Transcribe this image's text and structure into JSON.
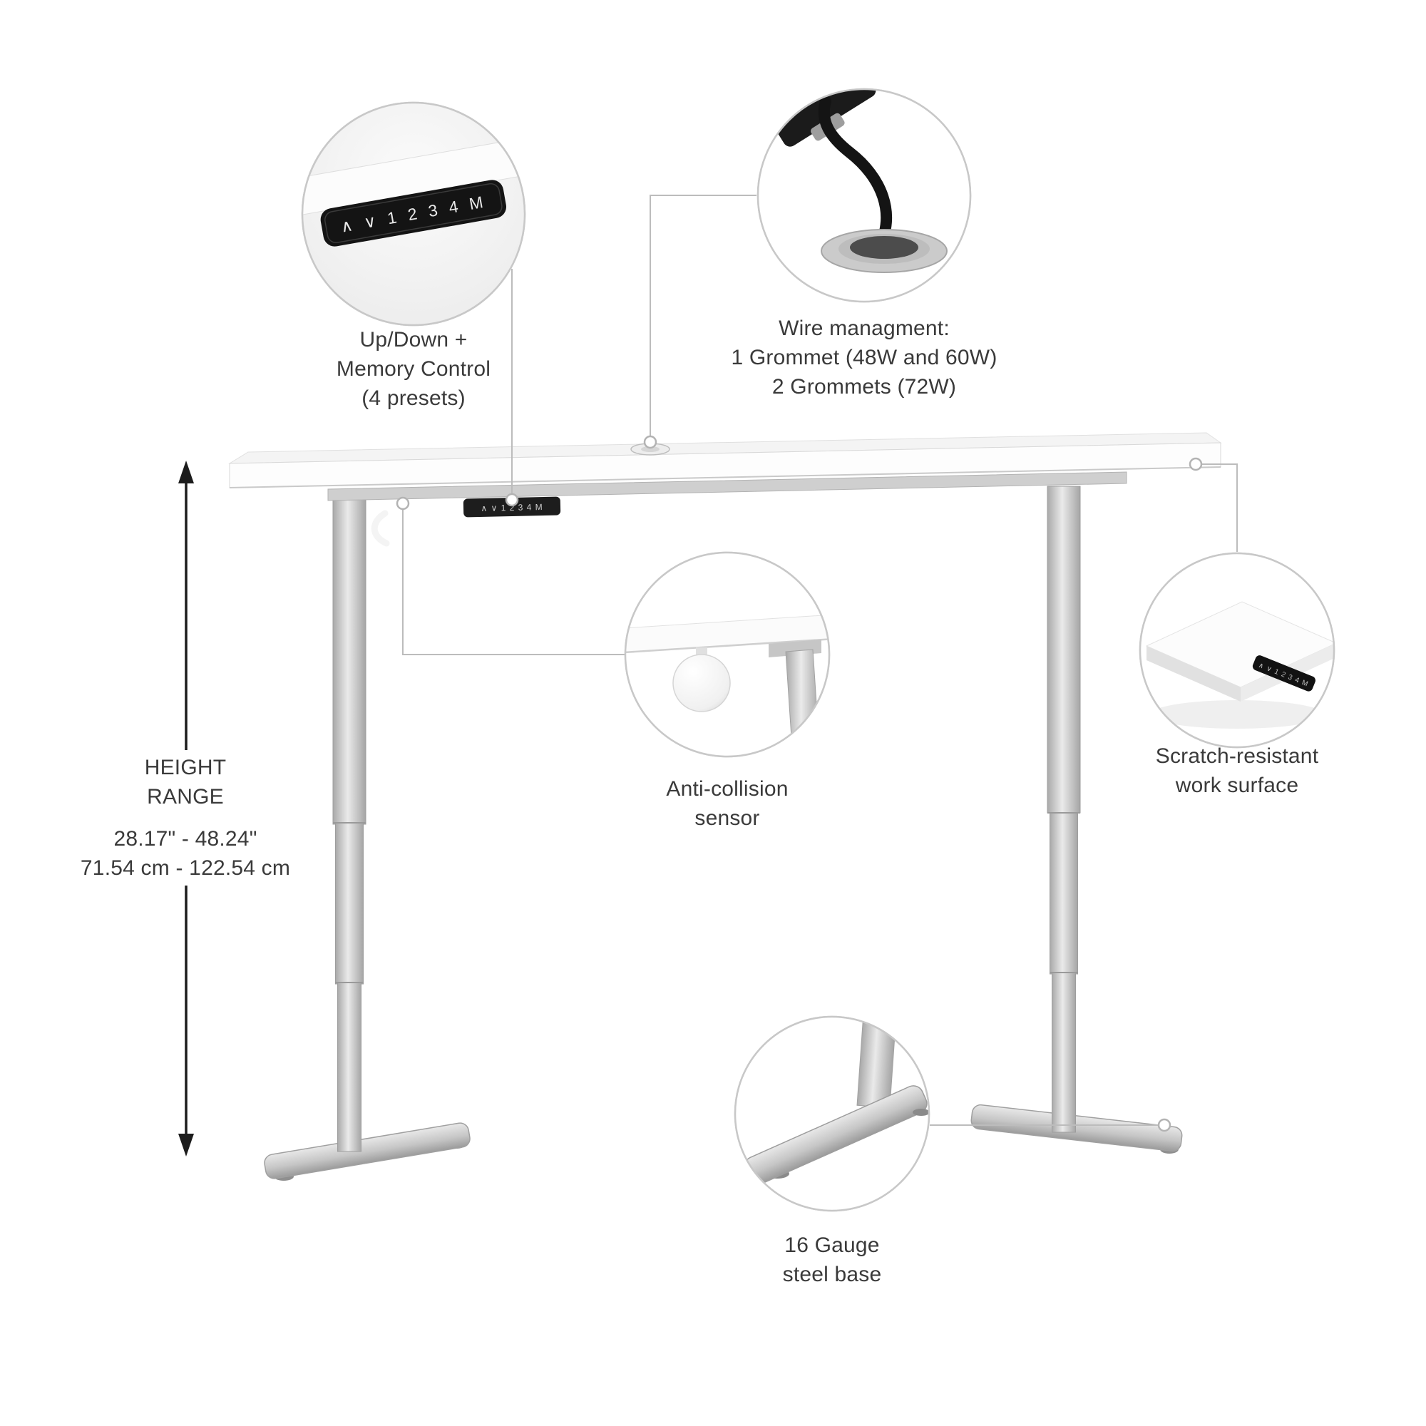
{
  "page": {
    "background": "#ffffff"
  },
  "callouts": {
    "memory_control": {
      "lines": [
        "Up/Down +",
        "Memory Control",
        "(4 presets)"
      ]
    },
    "wire_management": {
      "lines": [
        "Wire managment:",
        "1 Grommet (48W and 60W)",
        "2 Grommets (72W)"
      ]
    },
    "anti_collision": {
      "lines": [
        "Anti-collision",
        "sensor"
      ]
    },
    "work_surface": {
      "lines": [
        "Scratch-resistant",
        "work surface"
      ]
    },
    "steel_base": {
      "lines": [
        "16 Gauge",
        "steel base"
      ]
    }
  },
  "height_range": {
    "title_lines": [
      "HEIGHT",
      "RANGE"
    ],
    "inches": "28.17\" - 48.24\"",
    "centimeters": "71.54 cm - 122.54 cm"
  },
  "keypad": {
    "glyphs": "∧ ∨ 1 2 3 4 M"
  },
  "colors": {
    "leader_line": "#bcbcbc",
    "text": "#3a3a3a",
    "leg_silver": "#d6d6d6",
    "panel_black": "#1a1a1a"
  }
}
